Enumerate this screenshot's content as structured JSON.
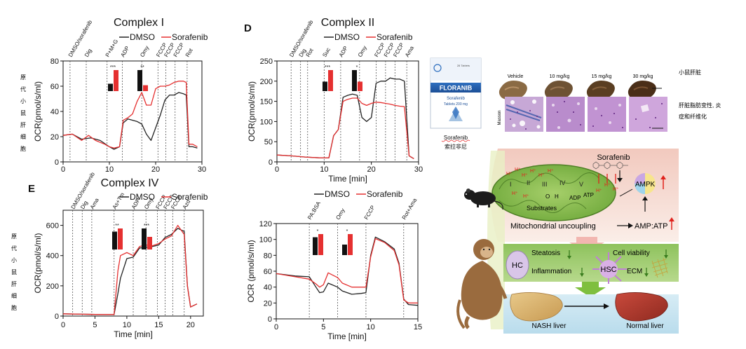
{
  "side_labels": {
    "top_left": [
      "原",
      "代",
      "小",
      "鼠",
      "肝",
      "细",
      "胞"
    ],
    "bottom_left": [
      "原",
      "代",
      "小",
      "鼠",
      "肝",
      "细",
      "胞"
    ],
    "mouse_liver": "小鼠肝脏",
    "steatosis_line1": "肝脏脂肪变性, 炎",
    "steatosis_line2": "症和纤维化"
  },
  "drug_box": {
    "brand": "FLORANIB",
    "generic": "Sorafenib",
    "strength": "Tablets 200 mg",
    "count": "28 Tablets",
    "caption_en": "Sorafenib",
    "caption_zh": "索拉非尼"
  },
  "liver_panel": {
    "doses": [
      "Vehicle",
      "10 mg/kg",
      "15 mg/kg",
      "30 mg/kg"
    ],
    "stain": "Masson"
  },
  "schematic": {
    "drug": "Sorafenib",
    "complexes": [
      "I",
      "II",
      "III",
      "IV",
      "V"
    ],
    "substrates": "Substrates",
    "adp": "ADP",
    "atp": "ATP",
    "o2": "O",
    "h2o": "H",
    "ampk": "AMPK",
    "uncoupling": "Mitochondrial uncoupling",
    "ratio": "AMP:ATP",
    "hc": "HC",
    "hsc": "HSC",
    "steatosis": "Steatosis",
    "inflammation": "Inflammation",
    "viability": "Cell viability",
    "ecm": "ECM",
    "nash": "NASH liver",
    "normal": "Normal liver"
  },
  "chart_data": [
    {
      "id": "complex1",
      "type": "line",
      "title": "Complex I",
      "panel_letter": "",
      "xlabel": "",
      "ylabel": "OCR(pmol/s/ml)",
      "xlim": [
        0,
        30
      ],
      "ylim": [
        0,
        80
      ],
      "xticks": [
        0,
        10,
        20,
        30
      ],
      "yticks": [
        0,
        20,
        40,
        60,
        80
      ],
      "legend": [
        "DMSO",
        "Sorafenib"
      ],
      "events": [
        {
          "label": "DMSO/sorafenib",
          "x": 1.5
        },
        {
          "label": "Dig",
          "x": 5
        },
        {
          "label": "P+M+G",
          "x": 9.5
        },
        {
          "label": "ADP",
          "x": 12.8
        },
        {
          "label": "Omy",
          "x": 17
        },
        {
          "label": "FCCP",
          "x": 20.5
        },
        {
          "label": "FCCP",
          "x": 22.2
        },
        {
          "label": "FCCP",
          "x": 24.2
        },
        {
          "label": "Rot",
          "x": 26.8
        }
      ],
      "series": [
        {
          "name": "DMSO",
          "color": "#222222",
          "points": [
            [
              0,
              21
            ],
            [
              2,
              22
            ],
            [
              4,
              18
            ],
            [
              6,
              19
            ],
            [
              8,
              17
            ],
            [
              10,
              12
            ],
            [
              11,
              10
            ],
            [
              12.2,
              12
            ],
            [
              13,
              31
            ],
            [
              14,
              34
            ],
            [
              16,
              32
            ],
            [
              17,
              30
            ],
            [
              18,
              22
            ],
            [
              19,
              17
            ],
            [
              20,
              27
            ],
            [
              21,
              37
            ],
            [
              22,
              49
            ],
            [
              23,
              53
            ],
            [
              24,
              53
            ],
            [
              25,
              55
            ],
            [
              26,
              54
            ],
            [
              26.6,
              53
            ],
            [
              27.2,
              12
            ],
            [
              28,
              12
            ],
            [
              29,
              11
            ]
          ]
        },
        {
          "name": "Sorafenib",
          "color": "#e53030",
          "points": [
            [
              0,
              21
            ],
            [
              2,
              22
            ],
            [
              4,
              17
            ],
            [
              5.5,
              21
            ],
            [
              7,
              17
            ],
            [
              9,
              14
            ],
            [
              10,
              12
            ],
            [
              11,
              11
            ],
            [
              12.2,
              12
            ],
            [
              13,
              33
            ],
            [
              14,
              35
            ],
            [
              15,
              38
            ],
            [
              16,
              48
            ],
            [
              17,
              55
            ],
            [
              18,
              45
            ],
            [
              19,
              45
            ],
            [
              20,
              58
            ],
            [
              21,
              60
            ],
            [
              22,
              60
            ],
            [
              23,
              61
            ],
            [
              24,
              63
            ],
            [
              25,
              64
            ],
            [
              26,
              64
            ],
            [
              26.6,
              63
            ],
            [
              27.2,
              14
            ],
            [
              28,
              14
            ],
            [
              29,
              12
            ]
          ]
        }
      ],
      "insets": [
        {
          "stars": "***",
          "values": [
            0.35,
            1.0
          ]
        },
        {
          "stars": "**",
          "values": [
            1.0,
            0.28
          ]
        }
      ]
    },
    {
      "id": "complex2",
      "type": "line",
      "title": "Complex II",
      "panel_letter": "D",
      "xlabel": "Time [min]",
      "ylabel": "OCR(pmol/s/ml)",
      "xlim": [
        0,
        30
      ],
      "ylim": [
        0,
        250
      ],
      "xticks": [
        0,
        10,
        20,
        30
      ],
      "yticks": [
        0,
        50,
        100,
        150,
        200,
        250
      ],
      "legend": [
        "DMSO",
        "Sorafenib"
      ],
      "events": [
        {
          "label": "DMSO/sorafenib",
          "x": 3
        },
        {
          "label": "Dig",
          "x": 5
        },
        {
          "label": "Rot",
          "x": 6.5
        },
        {
          "label": "Suc",
          "x": 10
        },
        {
          "label": "ADP",
          "x": 13.5
        },
        {
          "label": "Omy",
          "x": 17.5
        },
        {
          "label": "FCCP",
          "x": 21
        },
        {
          "label": "FCCP",
          "x": 23
        },
        {
          "label": "FCCP",
          "x": 25
        },
        {
          "label": "Ama",
          "x": 27.5
        }
      ],
      "series": [
        {
          "name": "DMSO",
          "color": "#222222",
          "points": [
            [
              0,
              17
            ],
            [
              3,
              15
            ],
            [
              6,
              12
            ],
            [
              9,
              10
            ],
            [
              11,
              10
            ],
            [
              12,
              65
            ],
            [
              13,
              80
            ],
            [
              14,
              160
            ],
            [
              15,
              165
            ],
            [
              16,
              168
            ],
            [
              17,
              165
            ],
            [
              18,
              110
            ],
            [
              19,
              100
            ],
            [
              20,
              110
            ],
            [
              21,
              195
            ],
            [
              22,
              200
            ],
            [
              23,
              200
            ],
            [
              24,
              208
            ],
            [
              25,
              205
            ],
            [
              26,
              205
            ],
            [
              27,
              200
            ],
            [
              28,
              15
            ],
            [
              29,
              8
            ]
          ]
        },
        {
          "name": "Sorafenib",
          "color": "#e53030",
          "points": [
            [
              0,
              17
            ],
            [
              3,
              15
            ],
            [
              6,
              12
            ],
            [
              9,
              10
            ],
            [
              11,
              10
            ],
            [
              12,
              65
            ],
            [
              13,
              80
            ],
            [
              14,
              150
            ],
            [
              15,
              155
            ],
            [
              16,
              158
            ],
            [
              17,
              158
            ],
            [
              18,
              145
            ],
            [
              19,
              140
            ],
            [
              20,
              145
            ],
            [
              21,
              148
            ],
            [
              22,
              147
            ],
            [
              23,
              145
            ],
            [
              24,
              143
            ],
            [
              25,
              140
            ],
            [
              26,
              138
            ],
            [
              27,
              137
            ],
            [
              28,
              15
            ],
            [
              29,
              8
            ]
          ]
        }
      ],
      "insets": [
        {
          "stars": "***",
          "values": [
            0.45,
            1.0
          ]
        },
        {
          "stars": "*",
          "values": [
            1.0,
            0.45
          ]
        }
      ]
    },
    {
      "id": "complex4",
      "type": "line",
      "title": "Complex IV",
      "panel_letter": "E",
      "xlabel": "Time [min]",
      "ylabel": "OCR(pmol/s/ml)",
      "xlim": [
        0,
        22
      ],
      "ylim": [
        0,
        700
      ],
      "xticks": [
        0,
        5,
        10,
        15,
        20
      ],
      "yticks": [
        0,
        200,
        400,
        600
      ],
      "legend": [
        "DMSO",
        "Sorafenib"
      ],
      "events": [
        {
          "label": "DMSO/sorafenib",
          "x": 1.5
        },
        {
          "label": "Dig",
          "x": 3
        },
        {
          "label": "Ama",
          "x": 4.5
        },
        {
          "label": "As+Tm",
          "x": 8
        },
        {
          "label": "ADP",
          "x": 11
        },
        {
          "label": "Omy",
          "x": 13
        },
        {
          "label": "FCCP",
          "x": 14.8
        },
        {
          "label": "FCCP",
          "x": 16
        },
        {
          "label": "FCCP",
          "x": 17.2
        },
        {
          "label": "Azd",
          "x": 19
        }
      ],
      "series": [
        {
          "name": "DMSO",
          "color": "#222222",
          "points": [
            [
              0,
              15
            ],
            [
              3,
              12
            ],
            [
              6,
              10
            ],
            [
              8,
              10
            ],
            [
              8.6,
              150
            ],
            [
              9,
              250
            ],
            [
              10,
              380
            ],
            [
              11,
              390
            ],
            [
              12,
              450
            ],
            [
              13,
              455
            ],
            [
              14,
              460
            ],
            [
              15,
              470
            ],
            [
              16,
              520
            ],
            [
              17,
              540
            ],
            [
              18,
              580
            ],
            [
              19,
              560
            ],
            [
              19.5,
              200
            ],
            [
              20,
              60
            ],
            [
              21,
              80
            ]
          ]
        },
        {
          "name": "Sorafenib",
          "color": "#e53030",
          "points": [
            [
              0,
              15
            ],
            [
              3,
              12
            ],
            [
              6,
              10
            ],
            [
              8,
              10
            ],
            [
              8.6,
              300
            ],
            [
              9,
              400
            ],
            [
              10,
              420
            ],
            [
              11,
              400
            ],
            [
              12,
              460
            ],
            [
              13,
              470
            ],
            [
              14,
              465
            ],
            [
              15,
              480
            ],
            [
              16,
              510
            ],
            [
              17,
              530
            ],
            [
              18,
              600
            ],
            [
              19,
              540
            ],
            [
              19.5,
              200
            ],
            [
              20,
              60
            ],
            [
              21,
              80
            ]
          ]
        }
      ],
      "insets": [
        {
          "stars": "**",
          "values": [
            0.85,
            1.0
          ]
        },
        {
          "stars": "***",
          "values": [
            1.0,
            0.6
          ]
        }
      ]
    },
    {
      "id": "hepg2",
      "type": "line",
      "title": "",
      "panel_letter": "",
      "xlabel": "Time [min]",
      "ylabel": "OCR (pmol/s/ml)",
      "xlim": [
        0,
        15
      ],
      "ylim": [
        0,
        120
      ],
      "xticks": [
        0,
        5,
        10,
        15
      ],
      "yticks": [
        0,
        20,
        40,
        60,
        80,
        100,
        120
      ],
      "legend": [
        "DMSO",
        "Sorafenib"
      ],
      "events": [
        {
          "label": "PA:BSA",
          "x": 3.5
        },
        {
          "label": "Omy",
          "x": 6.5
        },
        {
          "label": "FCCP",
          "x": 9.5
        },
        {
          "label": "Rot+Ama",
          "x": 13.5
        }
      ],
      "series": [
        {
          "name": "DMSO",
          "color": "#222222",
          "points": [
            [
              0,
              57
            ],
            [
              2,
              54
            ],
            [
              3.5,
              53
            ],
            [
              4.2,
              40
            ],
            [
              4.6,
              33
            ],
            [
              5,
              34
            ],
            [
              5.5,
              45
            ],
            [
              6.5,
              40
            ],
            [
              7,
              35
            ],
            [
              8,
              31
            ],
            [
              9,
              32
            ],
            [
              9.5,
              33
            ],
            [
              10,
              80
            ],
            [
              10.5,
              103
            ],
            [
              11.5,
              97
            ],
            [
              12.5,
              88
            ],
            [
              13,
              70
            ],
            [
              13.5,
              25
            ],
            [
              14,
              18
            ],
            [
              15,
              17
            ]
          ]
        },
        {
          "name": "Sorafenib",
          "color": "#e53030",
          "points": [
            [
              0,
              57
            ],
            [
              2,
              53
            ],
            [
              3.5,
              50
            ],
            [
              4.2,
              44
            ],
            [
              4.6,
              40
            ],
            [
              5,
              43
            ],
            [
              5.5,
              58
            ],
            [
              6.5,
              52
            ],
            [
              7,
              45
            ],
            [
              8,
              40
            ],
            [
              9,
              40
            ],
            [
              9.5,
              40
            ],
            [
              10,
              78
            ],
            [
              10.5,
              101
            ],
            [
              11.5,
              96
            ],
            [
              12.5,
              86
            ],
            [
              13,
              68
            ],
            [
              13.5,
              24
            ],
            [
              14,
              20
            ],
            [
              15,
              20
            ]
          ]
        }
      ],
      "insets": [
        {
          "stars": "*",
          "values": [
            0.85,
            1.0
          ]
        },
        {
          "stars": "*",
          "values": [
            0.5,
            1.0
          ]
        }
      ]
    }
  ]
}
